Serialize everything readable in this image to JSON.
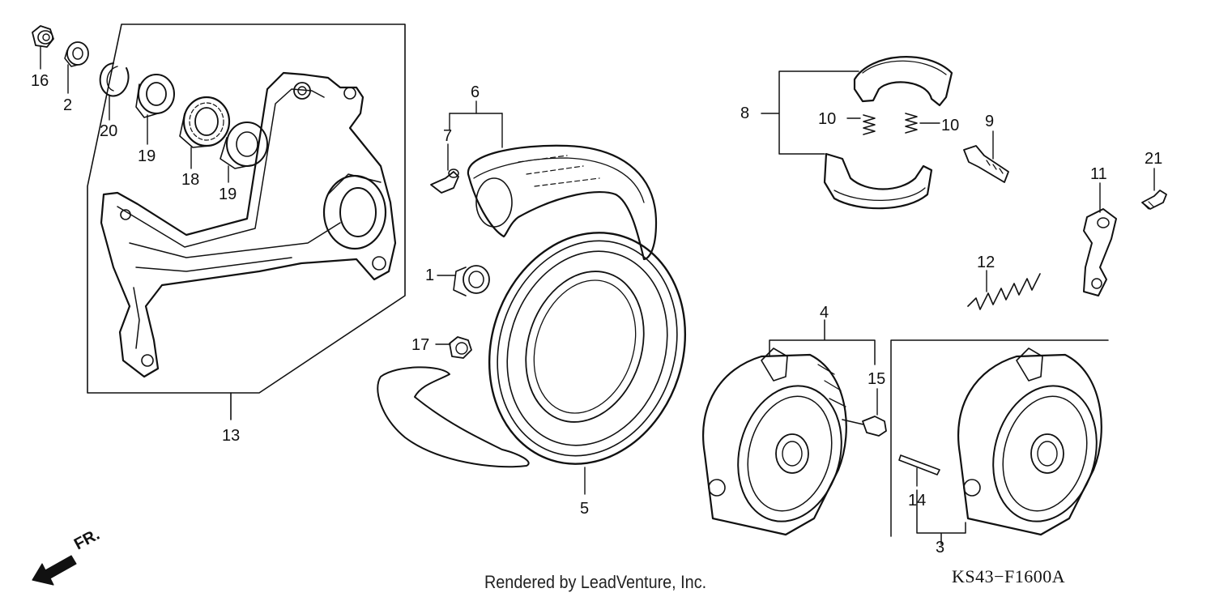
{
  "diagram": {
    "credit_text": "Rendered by LeadVenture, Inc.",
    "drawing_code": "KS43−F1600A",
    "front_arrow_label": "FR.",
    "callouts": [
      {
        "id": "16",
        "text": "16"
      },
      {
        "id": "2",
        "text": "2"
      },
      {
        "id": "20",
        "text": "20"
      },
      {
        "id": "19a",
        "text": "19"
      },
      {
        "id": "18",
        "text": "18"
      },
      {
        "id": "19b",
        "text": "19"
      },
      {
        "id": "13",
        "text": "13"
      },
      {
        "id": "6",
        "text": "6"
      },
      {
        "id": "7",
        "text": "7"
      },
      {
        "id": "1",
        "text": "1"
      },
      {
        "id": "17",
        "text": "17"
      },
      {
        "id": "5",
        "text": "5"
      },
      {
        "id": "8",
        "text": "8"
      },
      {
        "id": "10a",
        "text": "10"
      },
      {
        "id": "10b",
        "text": "10"
      },
      {
        "id": "9",
        "text": "9"
      },
      {
        "id": "21",
        "text": "21"
      },
      {
        "id": "11",
        "text": "11"
      },
      {
        "id": "12",
        "text": "12"
      },
      {
        "id": "4",
        "text": "4"
      },
      {
        "id": "15",
        "text": "15"
      },
      {
        "id": "14",
        "text": "14"
      },
      {
        "id": "3",
        "text": "3"
      }
    ]
  }
}
